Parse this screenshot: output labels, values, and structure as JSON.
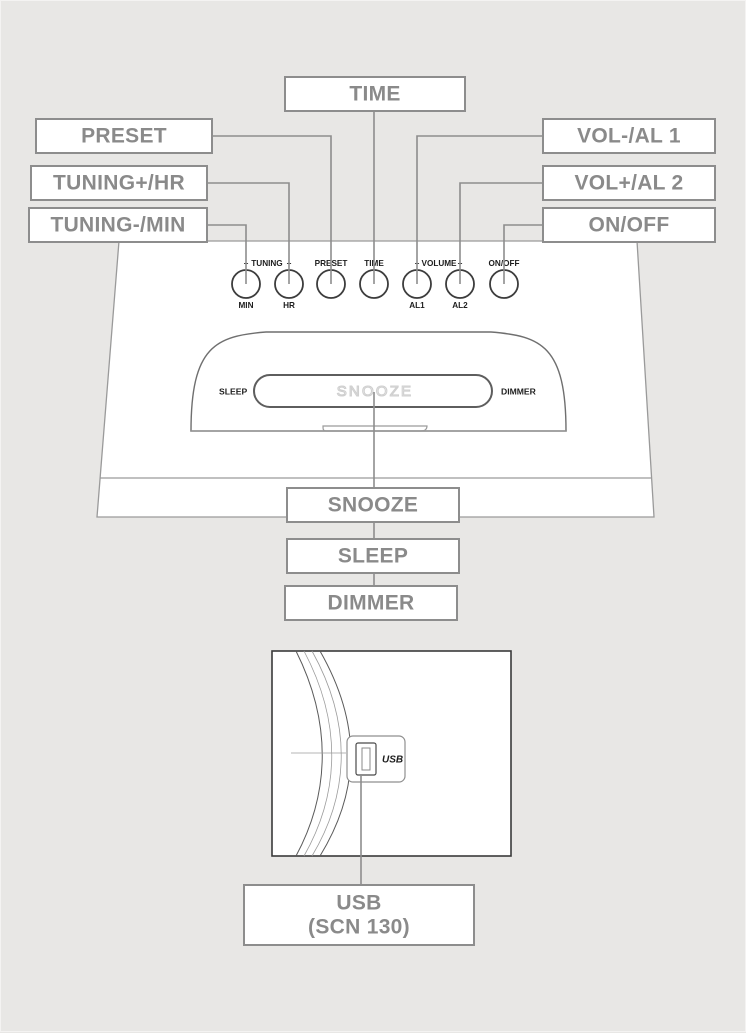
{
  "page": {
    "background_color": "#e8e7e5",
    "callout_text_color": "#8a8a8a",
    "callout_border_color": "#8d8d8d",
    "leader_color": "#8d8d8d",
    "device_outline_color": "#9a9a9a"
  },
  "callouts": {
    "time": "TIME",
    "preset": "PRESET",
    "tuning_plus_hr": "TUNING+/HR",
    "tuning_minus_min": "TUNING-/MIN",
    "vol_minus_al1": "VOL-/AL 1",
    "vol_plus_al2": "VOL+/AL 2",
    "on_off": "ON/OFF",
    "snooze": "SNOOZE",
    "sleep": "SLEEP",
    "dimmer": "DIMMER",
    "usb_line1": "USB",
    "usb_line2": "(SCN 130)"
  },
  "panel": {
    "group_tuning": "TUNING",
    "group_volume": "VOLUME",
    "minus_sign": "–",
    "plus_sign": "+",
    "preset": "PRESET",
    "time": "TIME",
    "on_off": "ON/OFF",
    "min": "MIN",
    "hr": "HR",
    "al1": "AL1",
    "al2": "AL2",
    "sleep": "SLEEP",
    "dimmer": "DIMMER",
    "snooze_bar": "SNOOZE"
  },
  "detail": {
    "usb_port_label": "USB"
  }
}
